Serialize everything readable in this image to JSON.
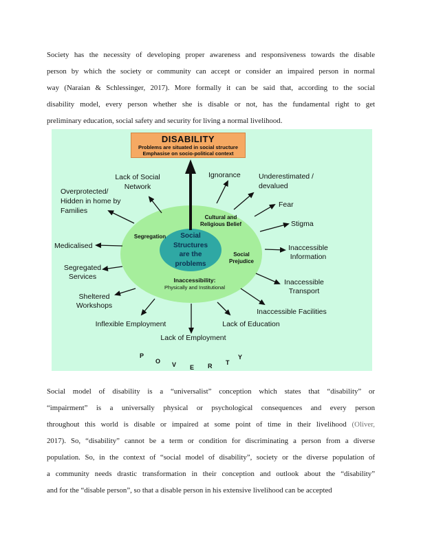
{
  "page": {
    "paragraph1": {
      "lines": [
        "Society has the necessity of developing proper awareness and responsiveness towards the disable",
        "person by which the society or community can accept or consider an impaired person in normal",
        "way (Naraian & Schlessinger, 2017). More formally it can be said that, according to the social",
        "disability model, every person whether she is disable or not,  has the fundamental right to get",
        "preliminary education, social safety and security for living a normal livelihood."
      ]
    },
    "paragraph2": {
      "line1": "Social model of disability is a “universalist” conception which states that “disability” or",
      "line2": "“impairment” is a universally physical or psychological consequences and every person",
      "line3_main": "throughout this world is disable or impaired at some point of time in their livelihood ",
      "line3_cite": "(Oliver,",
      "line4": "2017). So, “disability” cannot be a term or condition for discriminating a person from a diverse",
      "line5": "population. So, in the context of “social model of disability”, society or the diverse population of",
      "line6": "a community needs drastic transformation in their conception and outlook about the “disability”",
      "line7": "and for the “disable person”, so that a disable person in his extensive livelihood can be accepted"
    }
  },
  "diagram": {
    "colors": {
      "background": "#CDFAE2",
      "outer_ellipse": "#A6EE9C",
      "center_ellipse": "#2FA8A4",
      "header_box": "#F5A963"
    },
    "header": {
      "title": "DISABILITY",
      "subtitle1": "Problems are situated in social structure",
      "subtitle2": "Emphasise on socio-political context"
    },
    "center_text": "Social\nStructures\nare the\nproblems",
    "inner_labels": {
      "segregation": "Segregation",
      "cultural": "Cultural and\nReligious Belief",
      "social_prejudice": "Social\nPrejudice",
      "inaccessibility_title": "Inaccessibility:",
      "inaccessibility_sub": "Physically and Institutional"
    },
    "outer_labels": {
      "lack_social_network": "Lack of Social\nNetwork",
      "ignorance": "Ignorance",
      "underestimated": "Underestimated /\ndevalued",
      "overprotected": "Overprotected/\nHidden in home by\nFamilies",
      "fear": "Fear",
      "stigma": "Stigma",
      "medicalised": "Medicalised",
      "inaccessible_information": "Inaccessible\nInformation",
      "segregated_services": "Segregated\nServices",
      "inaccessible_transport": "Inaccessible\nTransport",
      "sheltered_workshops": "Sheltered\nWorkshops",
      "inaccessible_facilities": "Inaccessible Facilities",
      "inflexible_employment": "Inflexible Employment",
      "lack_education": "Lack of Education",
      "lack_employment": "Lack of Employment"
    },
    "poverty": [
      {
        "ch": "P"
      },
      {
        "ch": "O"
      },
      {
        "ch": "V"
      },
      {
        "ch": "E"
      },
      {
        "ch": "R"
      },
      {
        "ch": "T"
      },
      {
        "ch": "Y"
      }
    ]
  }
}
